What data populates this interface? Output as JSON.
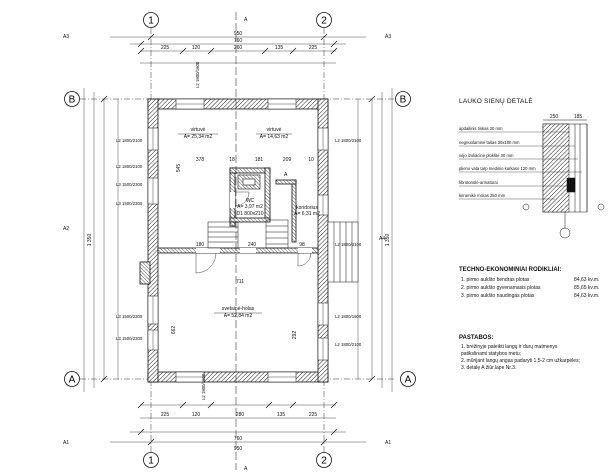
{
  "axes": {
    "a": "A",
    "b": "B",
    "one": "1",
    "two": "2"
  },
  "rooms": {
    "living": {
      "name": "svetainė-holas",
      "area": "A= 52,84 m2"
    },
    "bedroom": {
      "name": "virtuvė",
      "area": "A= 25,34 m2"
    },
    "kitchen": {
      "name": "virtuvė",
      "area": "A= 14,63 m2"
    },
    "wc": {
      "name": "WC",
      "area": "A= 3,97 m2"
    },
    "corridor": {
      "name": "koridorius",
      "area": "A= 6,31 m2"
    },
    "stair_label": "D1 800x210"
  },
  "window_tags": [
    "L2 1800/2100",
    "L2 1800/2100",
    "L3 1500/2300",
    "L3 1500/2300",
    "L3 1500/2300",
    "L3 1500/2300",
    "L2 1800/2100",
    "L2 1800/2100",
    "L2 1800/1600",
    "L2 1800/2100",
    "L2 1800/1600",
    "L2 1800/1600"
  ],
  "dims": {
    "top_outer": "950",
    "top_mid": "760",
    "top_seg": [
      "225",
      "120",
      "260",
      "135",
      "225"
    ],
    "bottom_outer": "950",
    "bottom_mid": "760",
    "bottom_seg": [
      "225",
      "120",
      "280",
      "135",
      "225"
    ],
    "left_total": "1 350",
    "right_total": "1 350",
    "interior": [
      "378",
      "18",
      "181",
      "209",
      "10",
      "180",
      "240",
      "98",
      "545",
      "711",
      "662",
      "292"
    ]
  },
  "section_marks": {
    "a": "A",
    "a1": "A1",
    "a2": "A2",
    "a3": "A3",
    "a4": "A4"
  },
  "detail": {
    "title": "LAUKO SIENŲ DETALĖ",
    "layers": [
      "apdailinis tinkas 20 mm",
      "negnuolaminė tašas 30x100 mm",
      "vėjo izoliacinė plokštė 30 mm",
      "plieno vata tarp medinio karkaso 120 mm",
      "fibrotonūlė-armatūrai",
      "keramikė mūras 250 mm"
    ],
    "dims": [
      "250",
      "185"
    ]
  },
  "specs": {
    "title": "TECHNO-EKONOMINIAI RODIKLIAI:",
    "rows": [
      {
        "label": "1. pirmo aukšto bendras plotas",
        "value": "84,63 kv.m."
      },
      {
        "label": "2. pirmo aukšto gyvenamasis plotas",
        "value": "85,65 kv.m."
      },
      {
        "label": "3. pirmo aukšto naudingas plotas",
        "value": "84,63 kv.m."
      }
    ]
  },
  "notes": {
    "title": "PASTABOS:",
    "items": [
      "1. brėžinyje pateikti langų ir durų matmenys",
      "    patikslinami statybos metu;",
      "2. mūrijant langų angas padaryti 1,5-2 cm užkarpėles;",
      "3. detalę A žiūr.lape Nr.3."
    ]
  }
}
